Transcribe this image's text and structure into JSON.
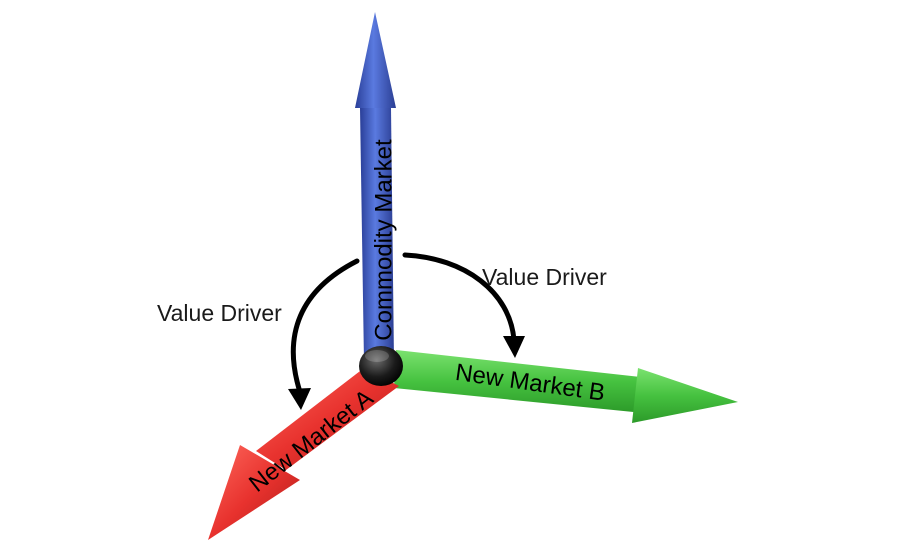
{
  "axes": {
    "vertical": {
      "label": "Commodity Market",
      "color": "#3f5fc4"
    },
    "left": {
      "label": "New Market A",
      "color": "#e8322e"
    },
    "right": {
      "label": "New Market B",
      "color": "#46c240"
    }
  },
  "drivers": {
    "left": {
      "label": "Value Driver"
    },
    "right": {
      "label": "Value Driver"
    }
  },
  "colors": {
    "hub": "#1b1b1b",
    "arrow": "#000000",
    "background": "#ffffff"
  }
}
